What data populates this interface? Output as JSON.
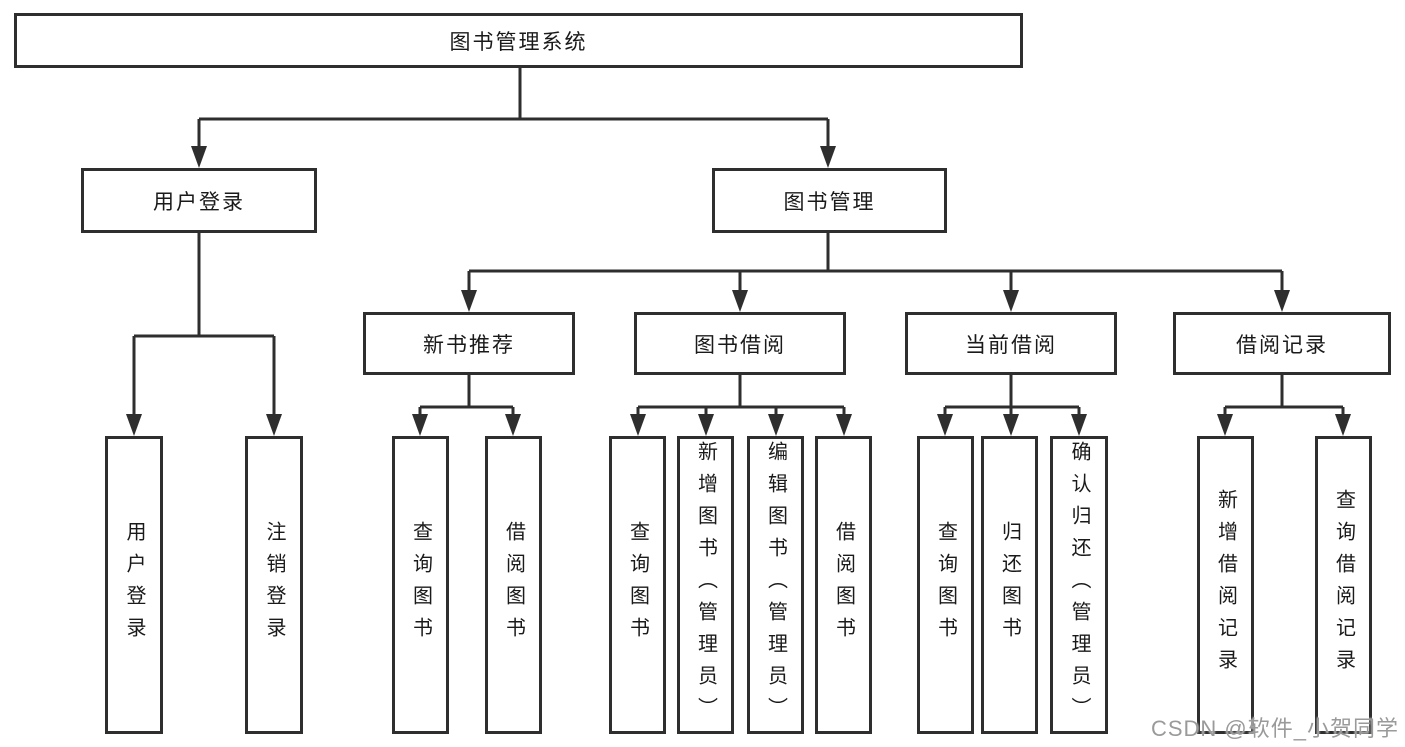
{
  "diagram_type": "hierarchy-tree",
  "colors": {
    "line": "#2e2e2e",
    "border": "#2e2e2e",
    "text": "#1a1a1a",
    "background": "#ffffff",
    "watermark": "#9a9a9a"
  },
  "tree": {
    "label": "图书管理系统",
    "children": [
      {
        "label": "用户登录",
        "children": [
          {
            "label": "用户登录"
          },
          {
            "label": "注销登录"
          }
        ]
      },
      {
        "label": "图书管理",
        "children": [
          {
            "label": "新书推荐",
            "children": [
              {
                "label": "查询图书"
              },
              {
                "label": "借阅图书"
              }
            ]
          },
          {
            "label": "图书借阅",
            "children": [
              {
                "label": "查询图书"
              },
              {
                "label": "新增图书（管理员）"
              },
              {
                "label": "编辑图书（管理员）"
              },
              {
                "label": "借阅图书"
              }
            ]
          },
          {
            "label": "当前借阅",
            "children": [
              {
                "label": "查询图书"
              },
              {
                "label": "归还图书"
              },
              {
                "label": "确认归还（管理员）"
              }
            ]
          },
          {
            "label": "借阅记录",
            "children": [
              {
                "label": "新增借阅记录"
              },
              {
                "label": "查询借阅记录"
              }
            ]
          }
        ]
      }
    ]
  },
  "watermark": {
    "text": "CSDN @软件_小贺同学"
  }
}
